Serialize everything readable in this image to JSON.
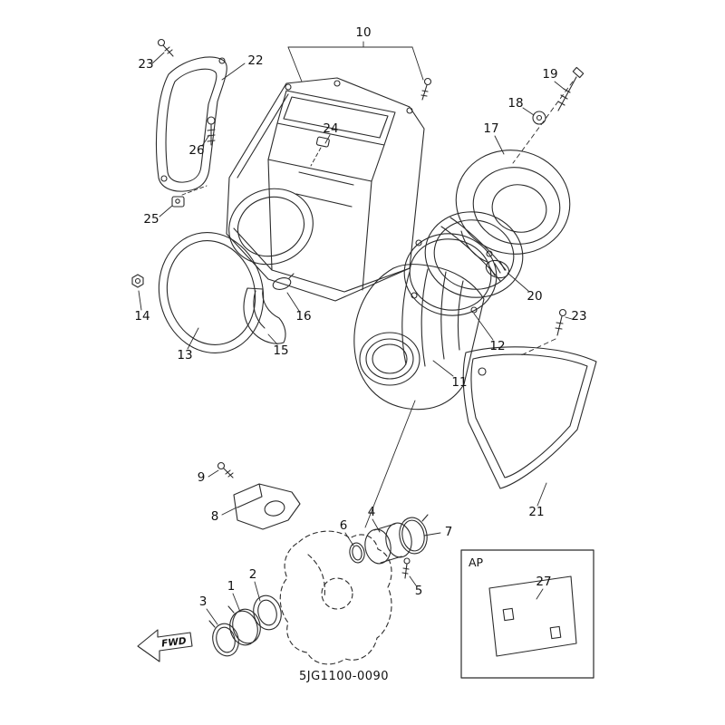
{
  "page": {
    "background": "#ffffff",
    "line_color": "#2b2b2b",
    "text_color": "#111111"
  },
  "diagram": {
    "code": "5JG1100-0090",
    "fwd_label": "FWD",
    "inset": {
      "label": "AP"
    },
    "callouts": [
      {
        "label": "23"
      },
      {
        "label": "22"
      },
      {
        "label": "10"
      },
      {
        "label": "26"
      },
      {
        "label": "24"
      },
      {
        "label": "19"
      },
      {
        "label": "18"
      },
      {
        "label": "17"
      },
      {
        "label": "25"
      },
      {
        "label": "14"
      },
      {
        "label": "13"
      },
      {
        "label": "16"
      },
      {
        "label": "15"
      },
      {
        "label": "20"
      },
      {
        "label": "12"
      },
      {
        "label": "23"
      },
      {
        "label": "11"
      },
      {
        "label": "21"
      },
      {
        "label": "9"
      },
      {
        "label": "8"
      },
      {
        "label": "4"
      },
      {
        "label": "6"
      },
      {
        "label": "7"
      },
      {
        "label": "5"
      },
      {
        "label": "1"
      },
      {
        "label": "2"
      },
      {
        "label": "3"
      },
      {
        "label": "27"
      }
    ]
  }
}
